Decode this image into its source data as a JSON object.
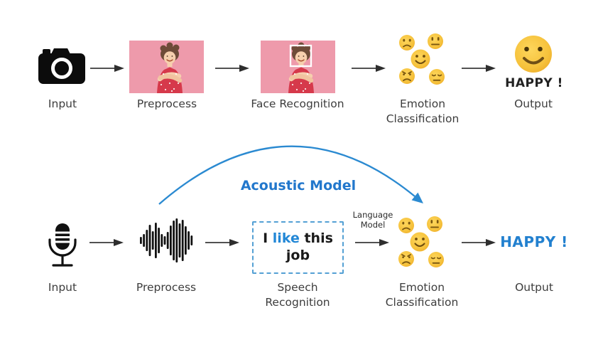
{
  "colors": {
    "accent_blue": "#2280cf",
    "label_gray": "#3d3d3d",
    "emoji_yellow": "#f5bd37",
    "photo_pink": "#ee9aab",
    "dashed_border_blue": "#54a0d4"
  },
  "top_row": {
    "input_label": "Input",
    "preprocess_label": "Preprocess",
    "face_recognition_label": "Face Recognition",
    "emotion_label": "Emotion Classification",
    "output_label": "Output",
    "result_text": "HAPPY !"
  },
  "bottom_row": {
    "input_label": "Input",
    "preprocess_label": "Preprocess",
    "speech_recognition_label": "Speech Recognition",
    "emotion_label": "Emotion Classification",
    "output_label": "Output",
    "result_text": "HAPPY !",
    "transcript": {
      "part1": "I ",
      "highlight": "like",
      "part2": " this job"
    },
    "acoustic_model_label": "Acoustic Model",
    "language_model_label": "Language Model"
  },
  "icons": {
    "camera": "camera-icon",
    "microphone": "microphone-icon",
    "waveform": "waveform-icon",
    "emoji_cluster": "emotion-emoji-cluster",
    "happy_smiley": "happy-smiley-icon"
  }
}
